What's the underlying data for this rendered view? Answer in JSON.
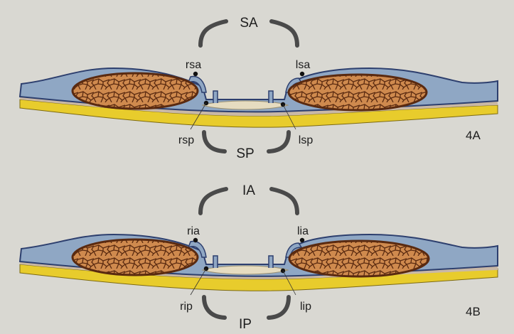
{
  "panels": [
    {
      "panel_label": "4A",
      "top_label": "SA",
      "bottom_label": "SP",
      "upper_left_label": "rsa",
      "upper_right_label": "lsa",
      "lower_left_label": "rsp",
      "lower_right_label": "lsp"
    },
    {
      "panel_label": "4B",
      "top_label": "IA",
      "bottom_label": "IP",
      "upper_left_label": "ria",
      "upper_right_label": "lia",
      "lower_left_label": "rip",
      "lower_right_label": "lip"
    }
  ],
  "colors": {
    "background": "#d9d8d2",
    "tissue_blue": "#8fa7c4",
    "tissue_dark_blue": "#2d3f6e",
    "muscle_brown": "#b4642d",
    "muscle_fill_light": "#cf8a4e",
    "muscle_net": "#5a2a10",
    "yellow_layer": "#e8cc2c",
    "bridge_cream": "#e6dcc0",
    "bracket": "#4a4a4a"
  }
}
